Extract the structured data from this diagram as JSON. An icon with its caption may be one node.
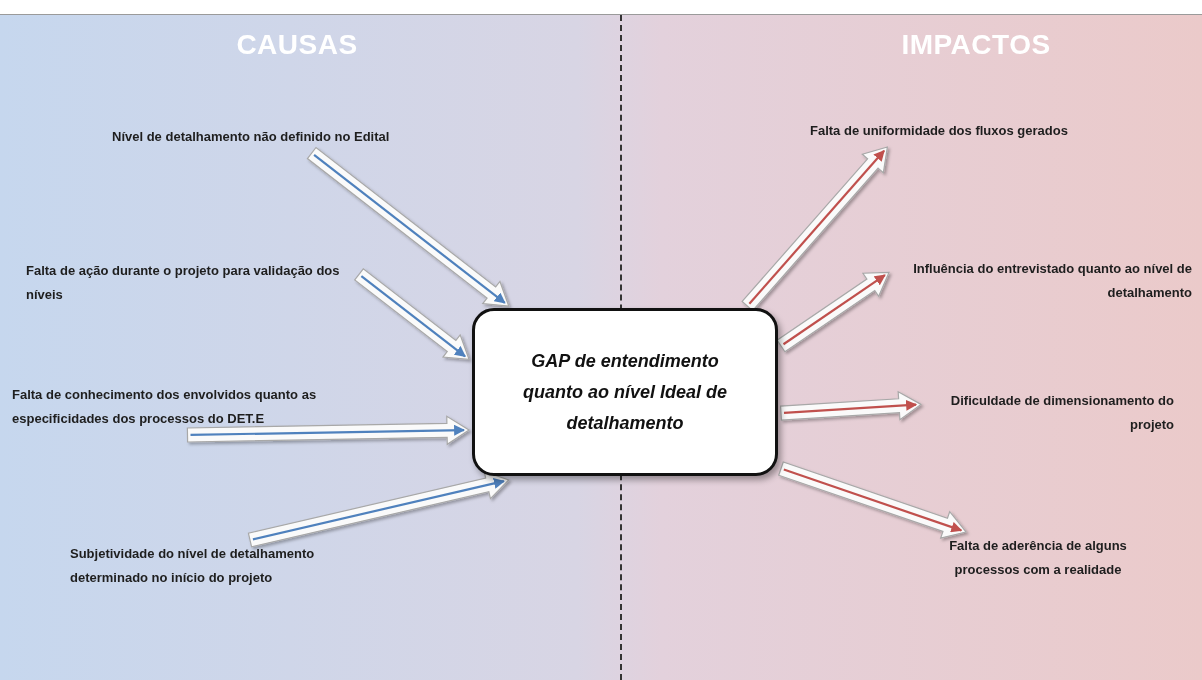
{
  "diagram": {
    "nodes": [
      {
        "text": [
          "GAP de entendimento quanto ao nível Ideal de detalhamento"
        ]
      },
      {
        "text": [
          "Nível de detalhamento não definido no Edital"
        ]
      },
      {
        "text": [
          "Falta de ação durante o projeto para validação dos níveis"
        ]
      },
      {
        "text": [
          "Falta de conhecimento dos envolvidos quanto as especificidades dos processos do DET.E"
        ]
      },
      {
        "text": [
          "Subjetividade do nível de detalhamento determinado no início do projeto"
        ]
      },
      {
        "text": [
          "Falta de uniformidade dos fluxos gerados"
        ]
      },
      {
        "text": [
          "Influência do entrevistado quanto ao nível de detalhamento"
        ]
      },
      {
        "text": [
          "Dificuldade de dimensionamento do projeto"
        ]
      },
      {
        "text": [
          "Falta de aderência de alguns processos com a realidade"
        ]
      }
    ],
    "edges": [
      {
        "from": 1,
        "to": 0,
        "arrow": "to",
        "color": "#4f81bd"
      },
      {
        "from": 2,
        "to": 0,
        "arrow": "to",
        "color": "#4f81bd"
      },
      {
        "from": 3,
        "to": 0,
        "arrow": "to",
        "color": "#4f81bd"
      },
      {
        "from": 4,
        "to": 0,
        "arrow": "to",
        "color": "#4f81bd"
      },
      {
        "from": 0,
        "to": 5,
        "arrow": "to",
        "color": "#c0504d"
      },
      {
        "from": 0,
        "to": 6,
        "arrow": "to",
        "color": "#c0504d"
      },
      {
        "from": 0,
        "to": 7,
        "arrow": "to",
        "color": "#c0504d"
      },
      {
        "from": 0,
        "to": 8,
        "arrow": "to",
        "color": "#c0504d"
      }
    ],
    "labels": [
      "CAUSAS",
      "IMPACTOS"
    ]
  }
}
